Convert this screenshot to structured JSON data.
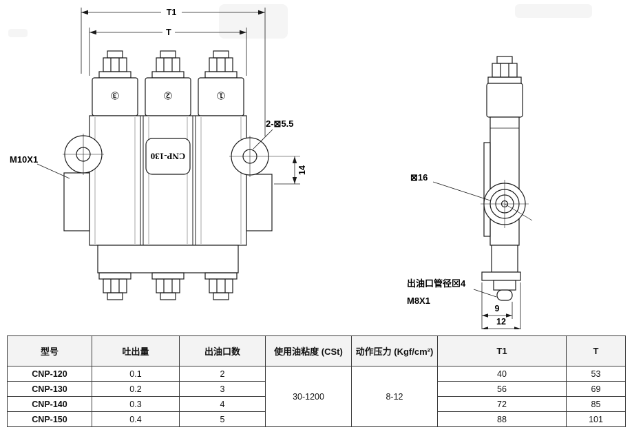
{
  "front_view": {
    "dim_t1": "T1",
    "dim_t": "T",
    "dim_14": "14",
    "thread_label": "M10X1",
    "holes_label": "2-⊠5.5",
    "part_number": "CNP-130",
    "port_3": "③",
    "port_2": "②",
    "port_1": "①"
  },
  "side_view": {
    "boss_label": "⊠16",
    "outlet_label": "出油口管径⊠4",
    "outlet_thread": "M8X1",
    "dim_9": "9",
    "dim_12": "12"
  },
  "table": {
    "headers": [
      "型号",
      "吐出量",
      "出油口数",
      "使用油粘度 (CSt)",
      "动作压力 (Kgf/cm²)",
      "T1",
      "T"
    ],
    "viscosity": "30-1200",
    "pressure": "8-12",
    "rows": [
      {
        "model": "CNP-120",
        "discharge": "0.1",
        "outlets": "2",
        "t1": "40",
        "t": "53"
      },
      {
        "model": "CNP-130",
        "discharge": "0.2",
        "outlets": "3",
        "t1": "56",
        "t": "69"
      },
      {
        "model": "CNP-140",
        "discharge": "0.3",
        "outlets": "4",
        "t1": "72",
        "t": "85"
      },
      {
        "model": "CNP-150",
        "discharge": "0.4",
        "outlets": "5",
        "t1": "88",
        "t": "101"
      }
    ]
  }
}
